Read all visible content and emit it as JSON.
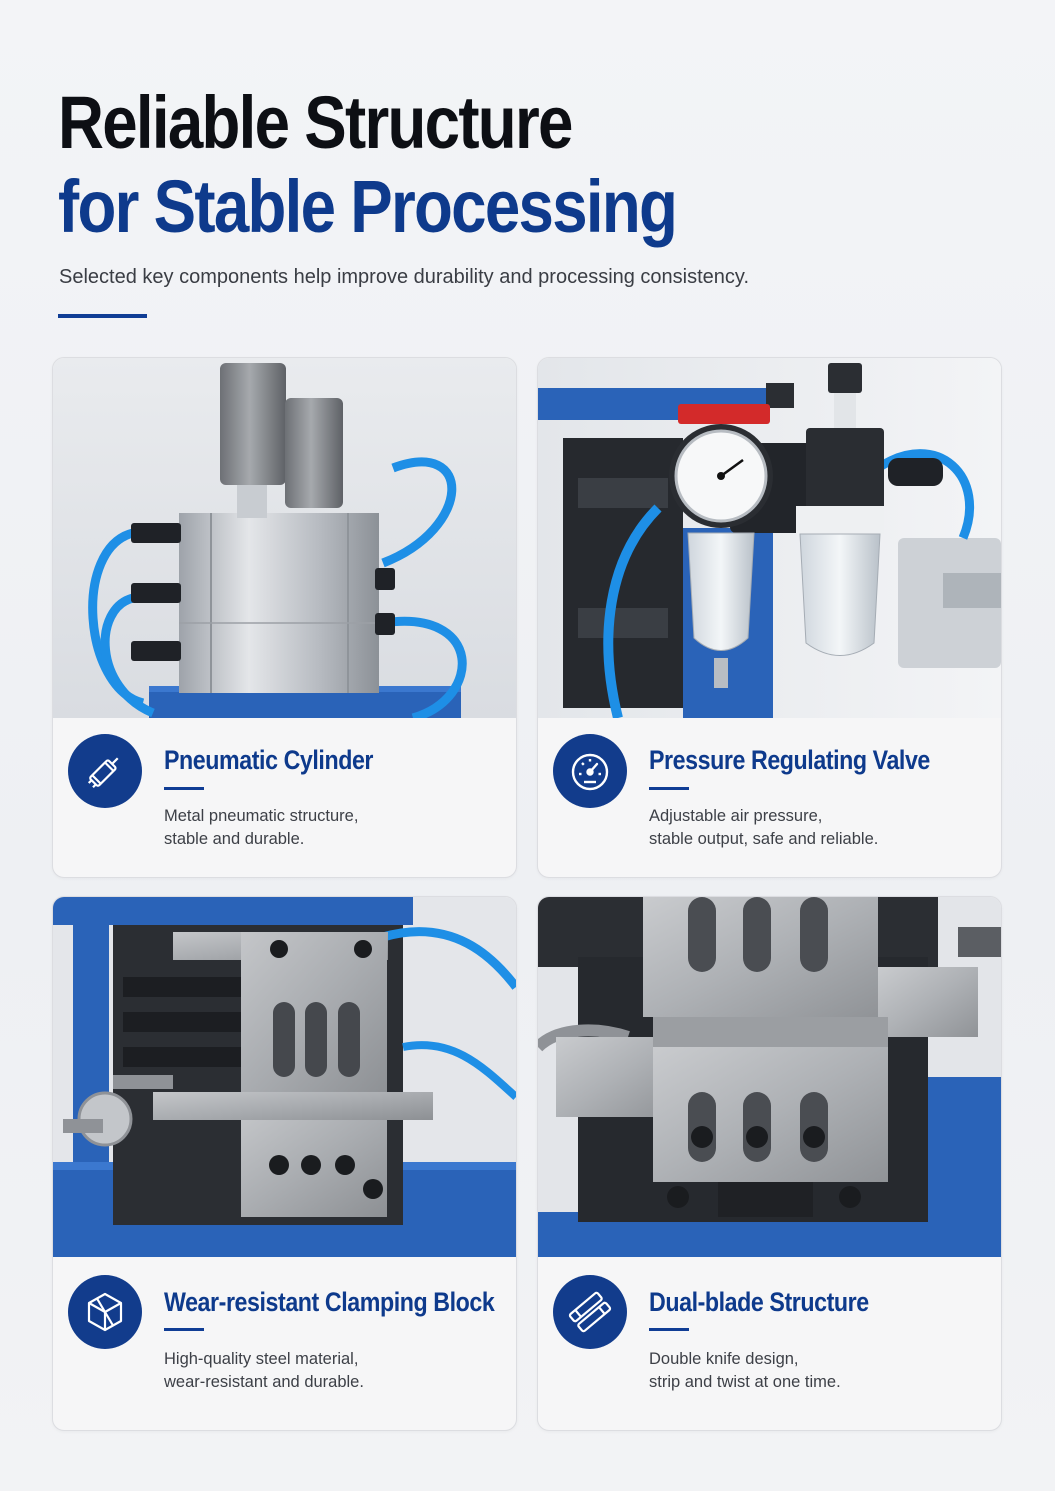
{
  "header": {
    "title_line1": "Reliable Structure",
    "title_line2": "for Stable Processing",
    "subtitle": "Selected key components help improve durability and processing consistency."
  },
  "features": [
    {
      "name": "Pneumatic Cylinder",
      "icon": "cylinder-icon",
      "desc_line1": "Metal pneumatic structure,",
      "desc_line2": "stable and durable."
    },
    {
      "name": "Pressure Regulating Valve",
      "icon": "gauge-icon",
      "desc_line1": "Adjustable air pressure,",
      "desc_line2": "stable output, safe and reliable."
    },
    {
      "name": "Wear-resistant Clamping Block",
      "icon": "cube-icon",
      "desc_line1": "High-quality steel material,",
      "desc_line2": "wear-resistant and durable."
    },
    {
      "name": "Dual-blade Structure",
      "icon": "blades-icon",
      "desc_line1": "Double knife design,",
      "desc_line2": "strip and twist at one time."
    }
  ],
  "colors": {
    "brand_blue": "#0e3a8c",
    "machine_blue": "#2a63b8",
    "tube_blue": "#1e8fe6",
    "title_black": "#0d0f14"
  }
}
